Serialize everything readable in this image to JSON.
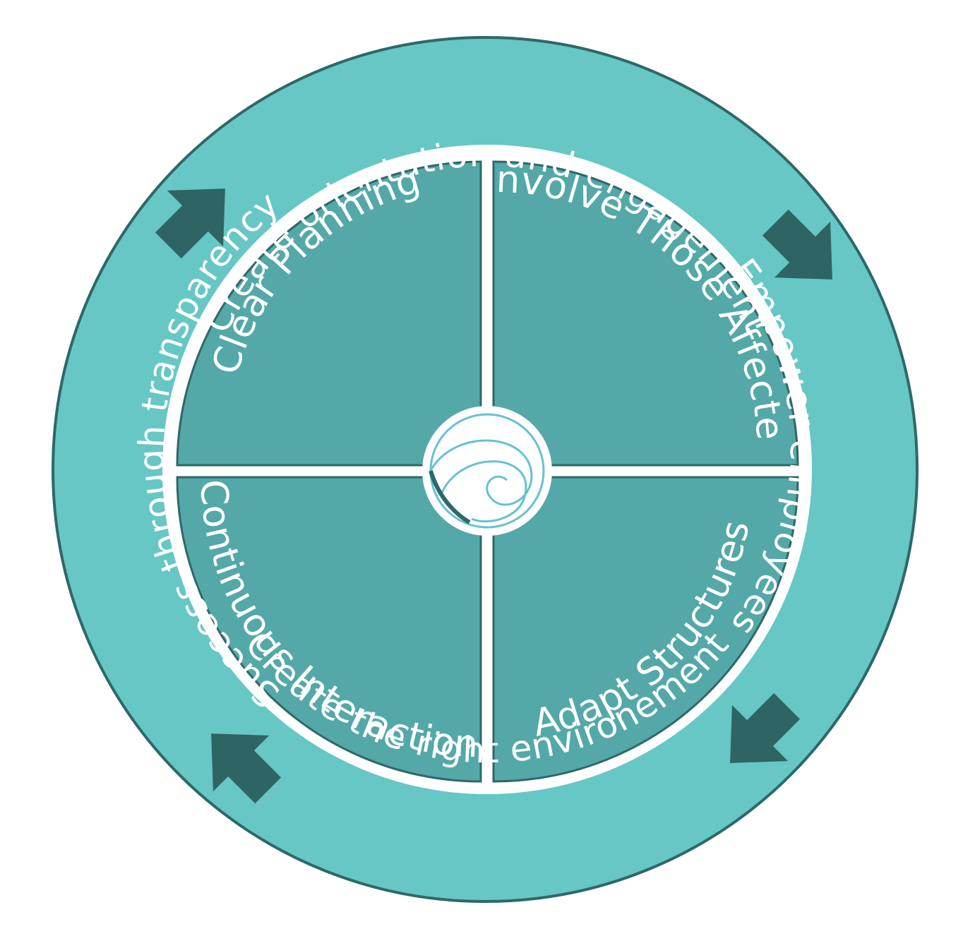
{
  "colors": {
    "outer_ring": "#66c7c5",
    "outer_stroke": "#2e6868",
    "quadrant": "#54a8a8",
    "quadrant_stroke": "#2e6868",
    "arrow": "#2f6464",
    "separator": "#ffffff",
    "logo_line": "#66c1d2",
    "logo_dark": "#2e6868"
  },
  "cycle": {
    "top": "Create orientation and engagement",
    "right": "Empower employees",
    "bottom": "Create the right environement",
    "left": "Success through transparency"
  },
  "quadrants": {
    "top_left": "Clear Planning",
    "top_right": "Involve Those Affected",
    "bottom_right": "Adapt Structures",
    "bottom_left": "Continuous Interaction"
  },
  "icons": {
    "center": "swirl-logo-icon",
    "arrows": [
      "arrow-up-right-icon",
      "arrow-down-right-icon",
      "arrow-down-left-icon",
      "arrow-left-icon"
    ]
  }
}
